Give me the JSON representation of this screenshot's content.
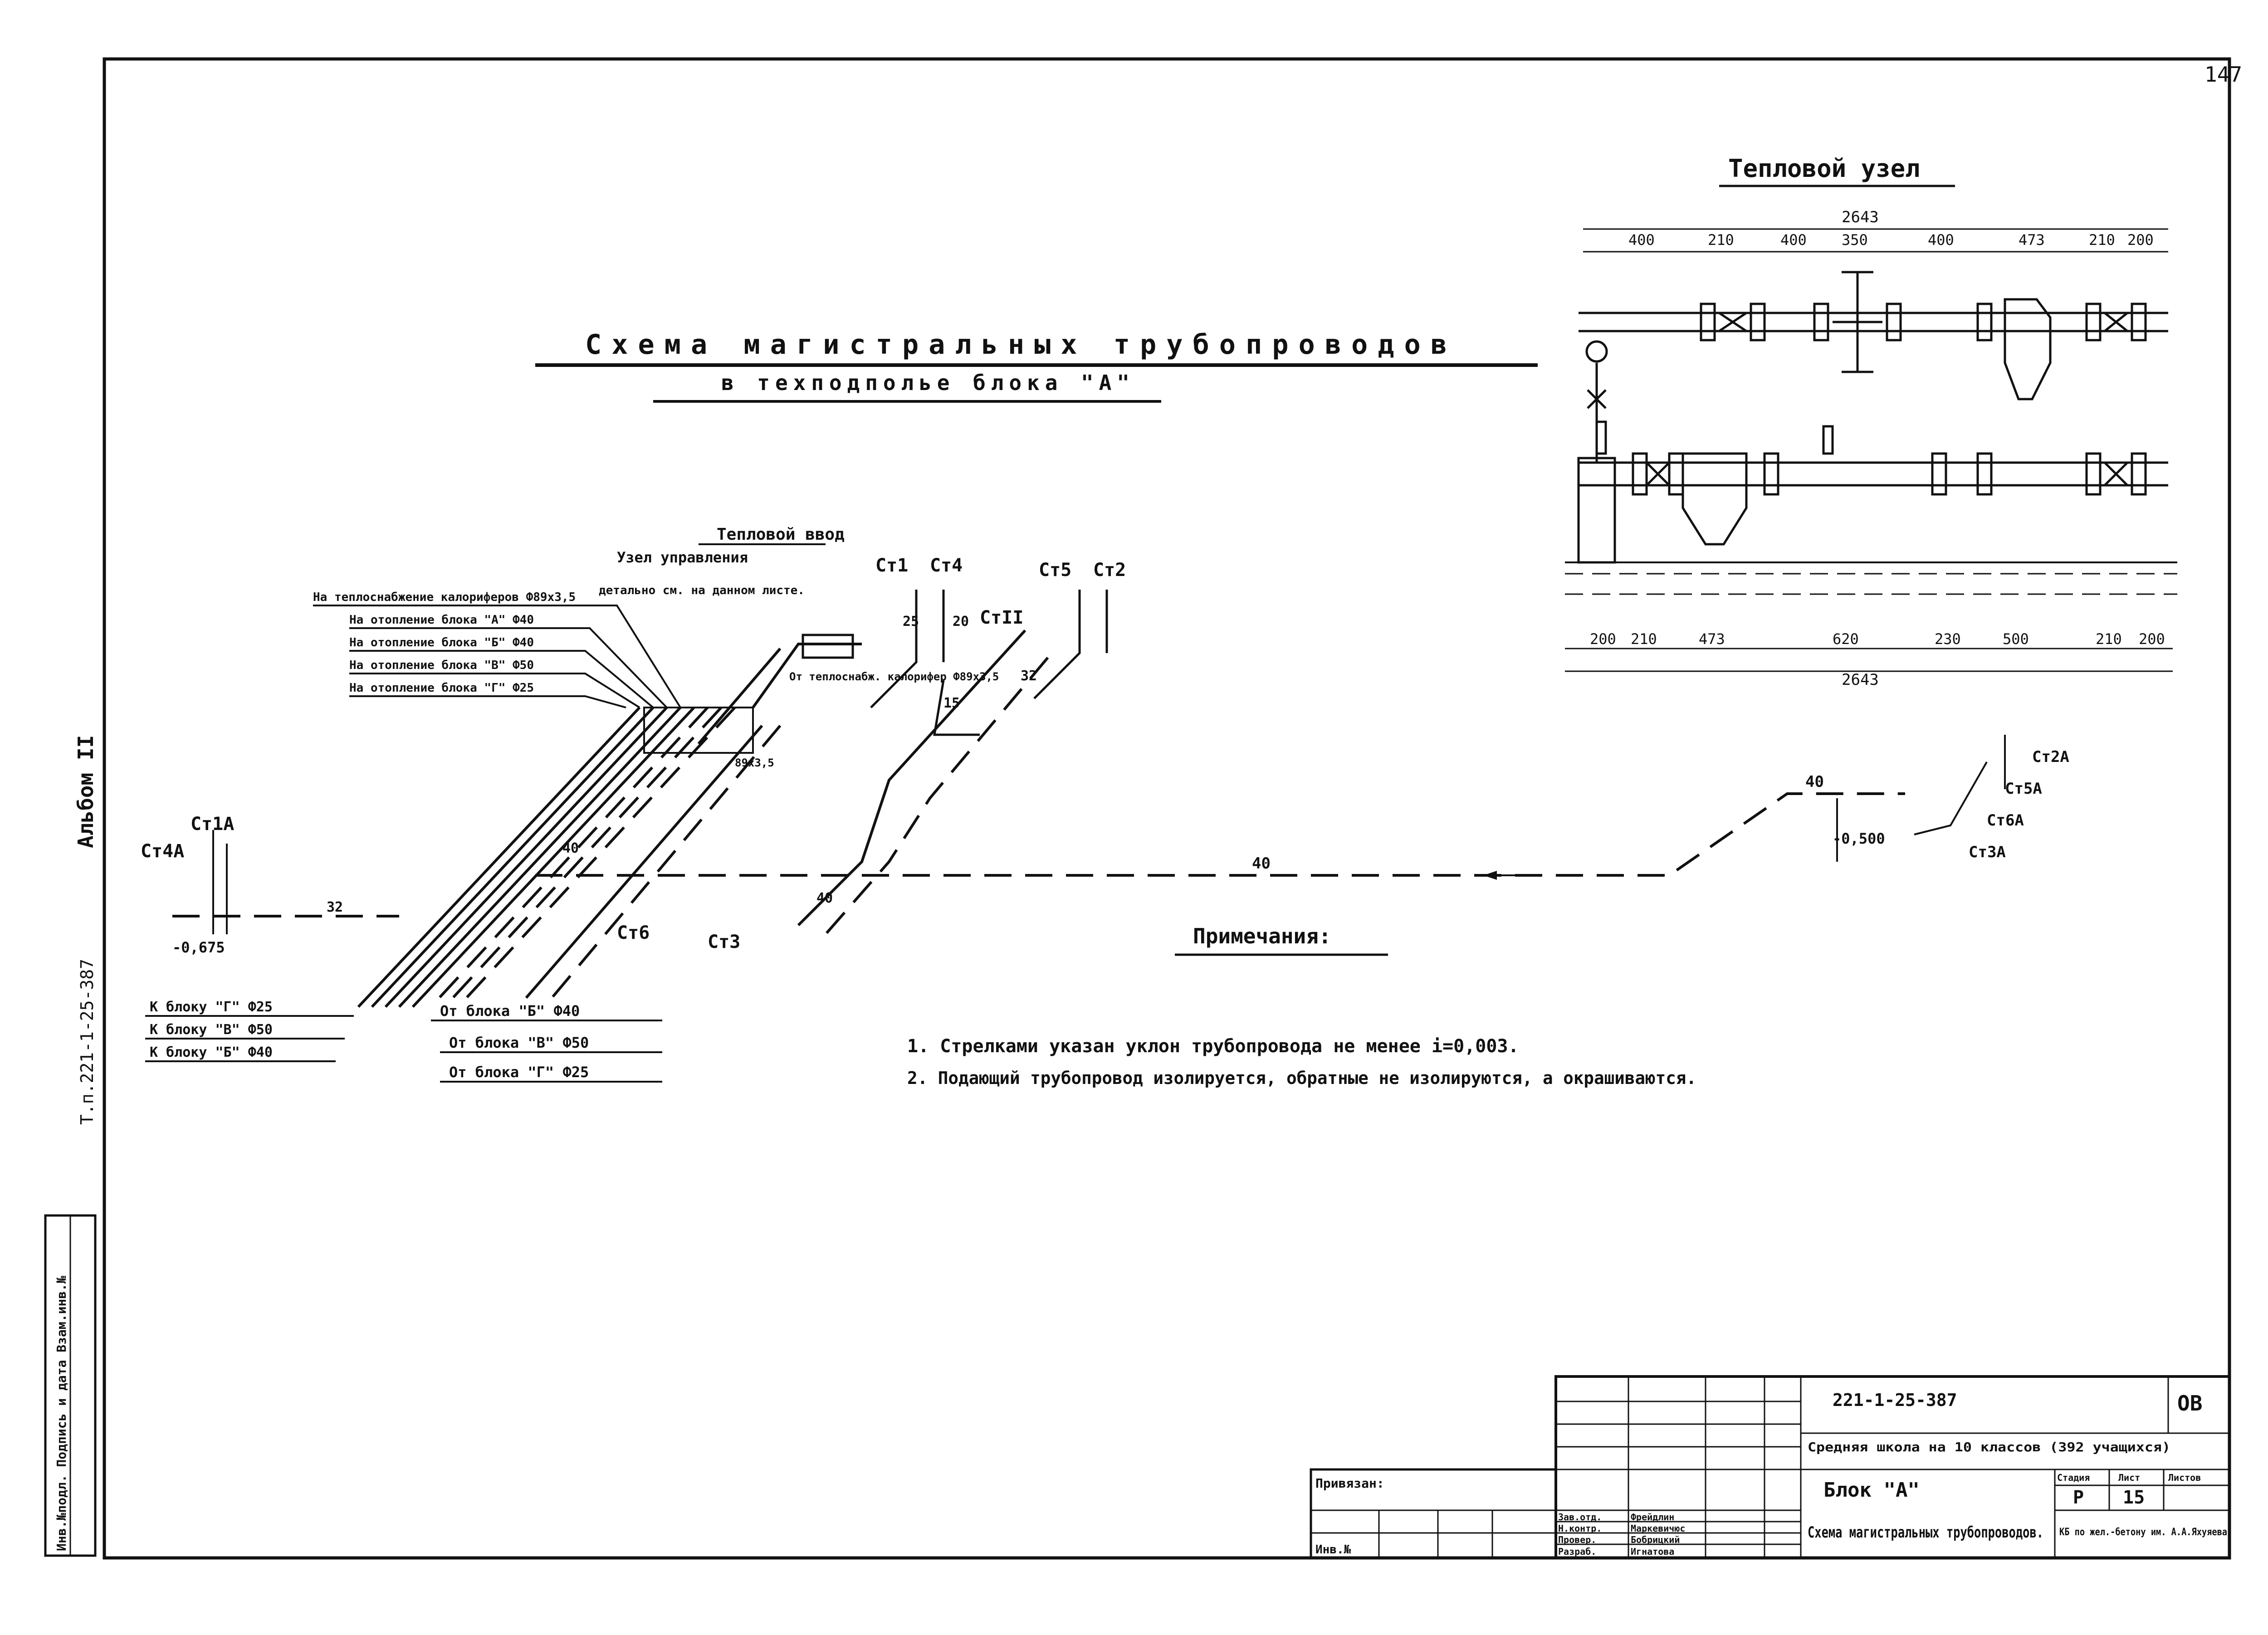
{
  "sheet": {
    "corner_number": "147",
    "album": "Альбом II",
    "doc_code_vertical": "Т.п.221-1-25-387",
    "inventory_strip": "Инв.№подл. Подпись и дата Взам.инв.№",
    "title_line1": "Схема магистральных трубопроводов",
    "title_line2": "в техподполье блока \"А\""
  },
  "heat_unit": {
    "title": "Тепловой узел",
    "total_top": "2643",
    "dims_top": [
      "400",
      "210",
      "400",
      "350",
      "400",
      "473",
      "210",
      "200"
    ],
    "dims_bottom": [
      "200",
      "210",
      "473",
      "620",
      "230",
      "500",
      "210",
      "200"
    ],
    "total_bottom": "2643"
  },
  "scheme": {
    "heat_input": "Тепловой ввод",
    "control_unit": "Узел управления",
    "control_unit_note": "детально см. на данном листе.",
    "supply_labels": [
      "На теплоснабжение калориферов Ф89х3,5",
      "На отопление блока \"А\" Ф40",
      "На отопление блока \"Б\" Ф40",
      "На отопление блока \"В\" Ф50",
      "На отопление блока \"Г\" Ф25"
    ],
    "return_out_labels": [
      "К блоку \"Г\" Ф25",
      "К блоку \"В\" Ф50",
      "К блоку \"Б\" Ф40"
    ],
    "return_in_labels": [
      "От блока \"Б\" Ф40",
      "От блока \"В\" Ф50",
      "От блока \"Г\" Ф25"
    ],
    "risers": [
      "Ст1",
      "Ст4",
      "Ст5",
      "Ст2",
      "СтII",
      "Ст1А",
      "Ст4А",
      "Ст6",
      "Ст3",
      "Ст2А",
      "Ст5А",
      "Ст6А",
      "Ст3А"
    ],
    "calorifer_return": "От теплоснабж. калорифер Ф89х3,5",
    "pipe_sizes": [
      "40",
      "32",
      "25",
      "20",
      "15",
      "89х3,5"
    ],
    "elevations": [
      "-0,675",
      "-0,500"
    ]
  },
  "notes": {
    "heading": "Примечания:",
    "items": [
      "1. Стрелками указан уклон трубопровода не менее i=0,003.",
      "2. Подающий трубопровод изолируется, обратные не изолируются, а окрашиваются."
    ]
  },
  "title_block": {
    "project_code": "221-1-25-387",
    "sheet_mark": "ОВ",
    "object": "Средняя школа на 10 классов (392 учащихся)",
    "block": "Блок \"А\"",
    "drawing": "Схема магистральных трубопроводов.",
    "stage_label": "Стадия",
    "sheet_label": "Лист",
    "sheets_label": "Листов",
    "stage": "Р",
    "sheet_no": "15",
    "org": "КБ по жел.-бетону им. А.А.Яхуяева",
    "bound": "Привязан:",
    "inv_no": "Инв.№",
    "roles": [
      "Зав.отд.",
      "Н.контр.",
      "Провер.",
      "Разраб."
    ],
    "names": [
      "Фрейдлин",
      "Маркевичюс",
      "Бобрицкий",
      "Игнатова"
    ]
  }
}
